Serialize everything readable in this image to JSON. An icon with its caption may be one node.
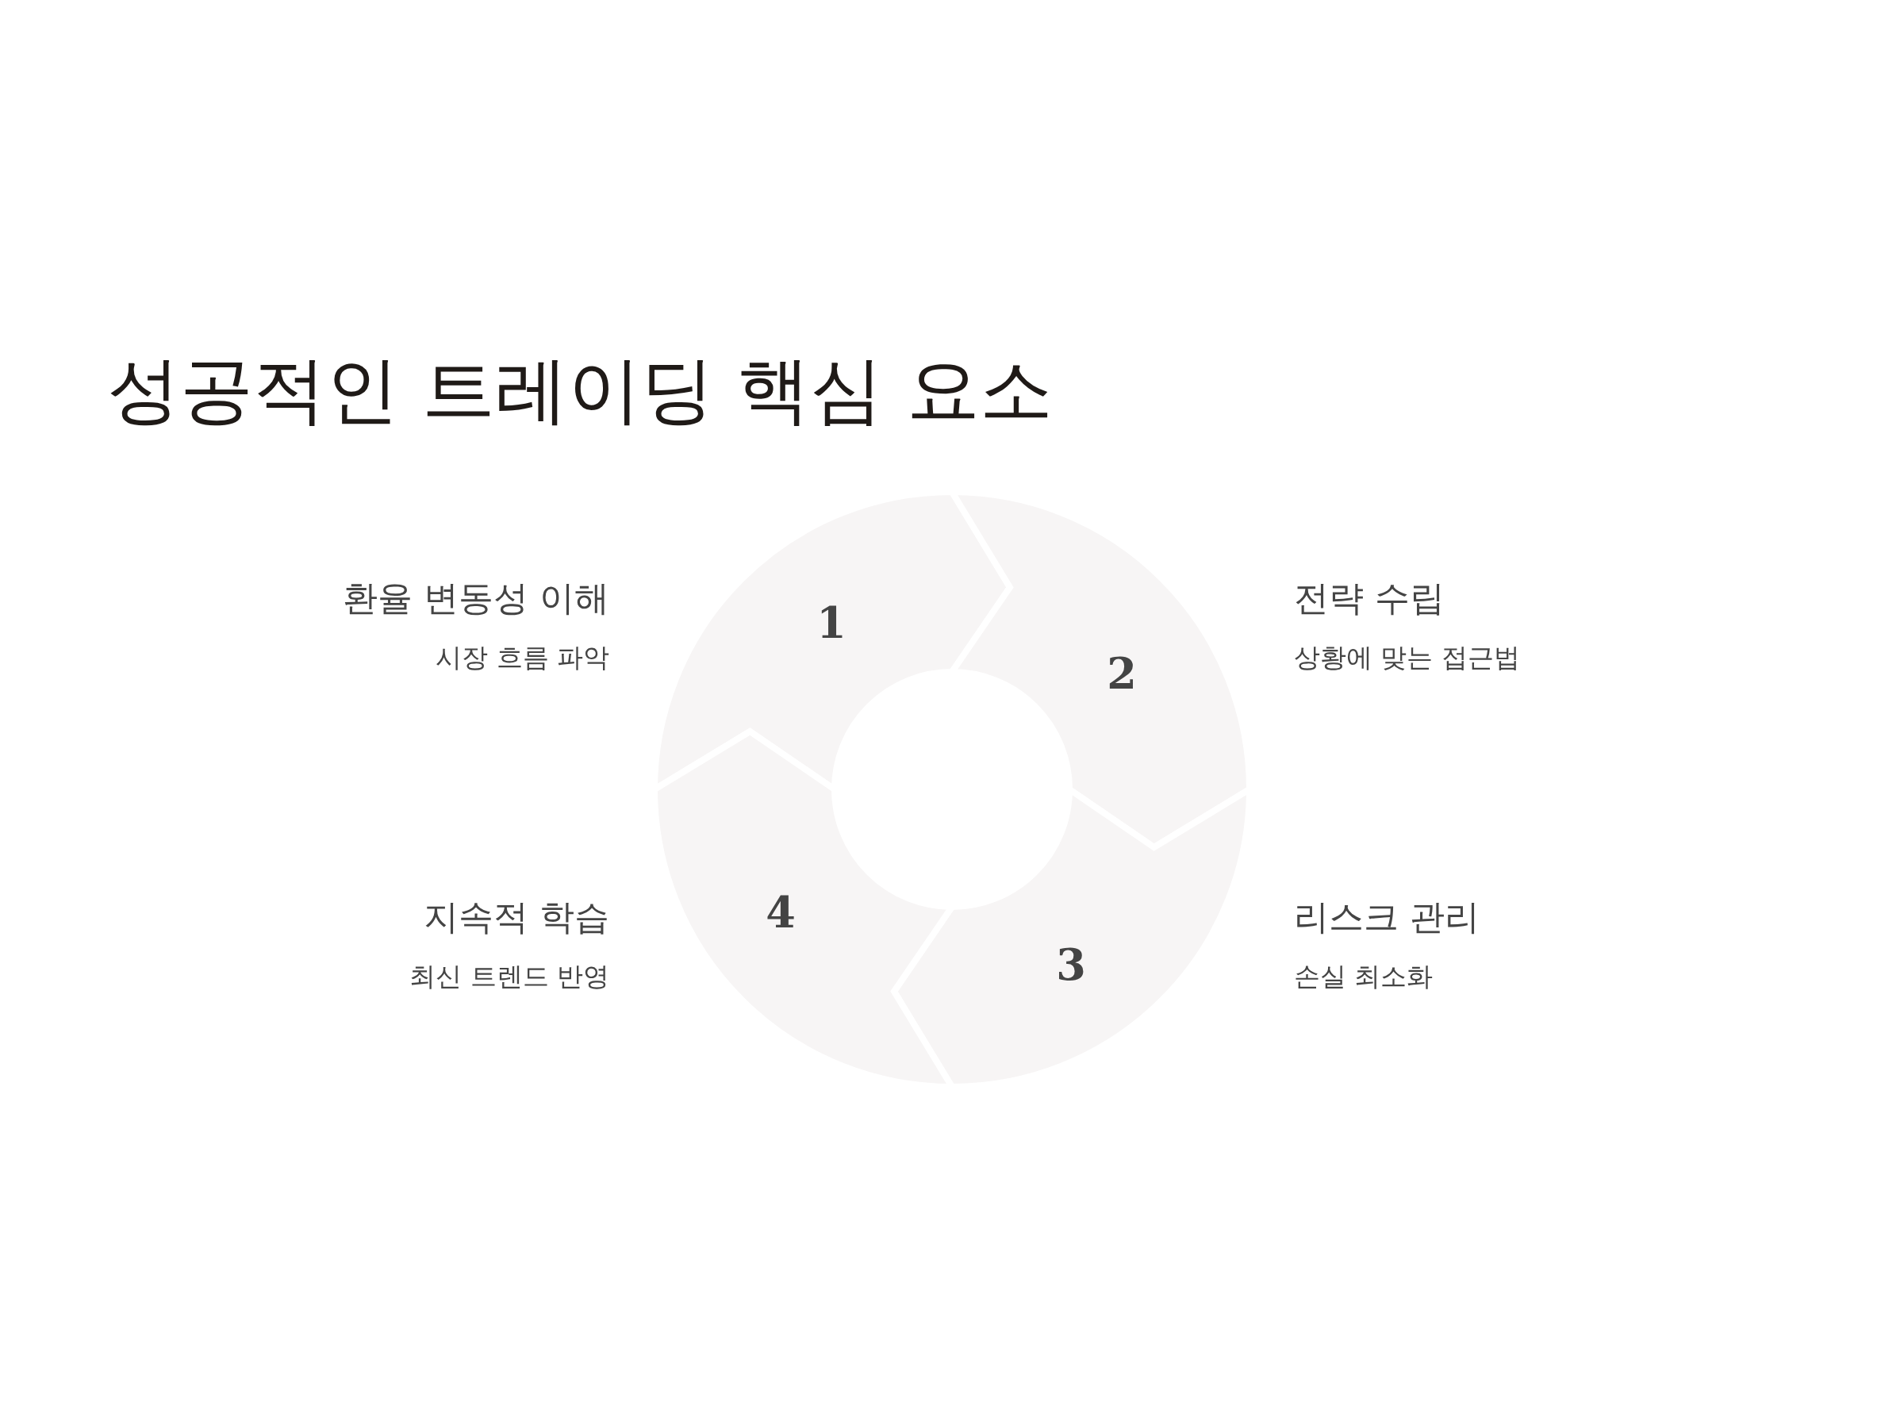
{
  "diagram": {
    "title": "성공적인 트레이딩 핵심 요소",
    "nodes": [
      {
        "text": [
          "1"
        ],
        "beside": [
          "환율 변동성 이해",
          "시장 흐름 파악"
        ]
      },
      {
        "text": [
          "2"
        ],
        "beside": [
          "전략 수립",
          "상황에 맞는 접근법"
        ]
      },
      {
        "text": [
          "3"
        ],
        "beside": [
          "리스크 관리",
          "손실 최소화"
        ]
      },
      {
        "text": [
          "4"
        ],
        "beside": [
          "지속적 학습",
          "최신 트렌드 반영"
        ]
      }
    ],
    "edges": []
  }
}
